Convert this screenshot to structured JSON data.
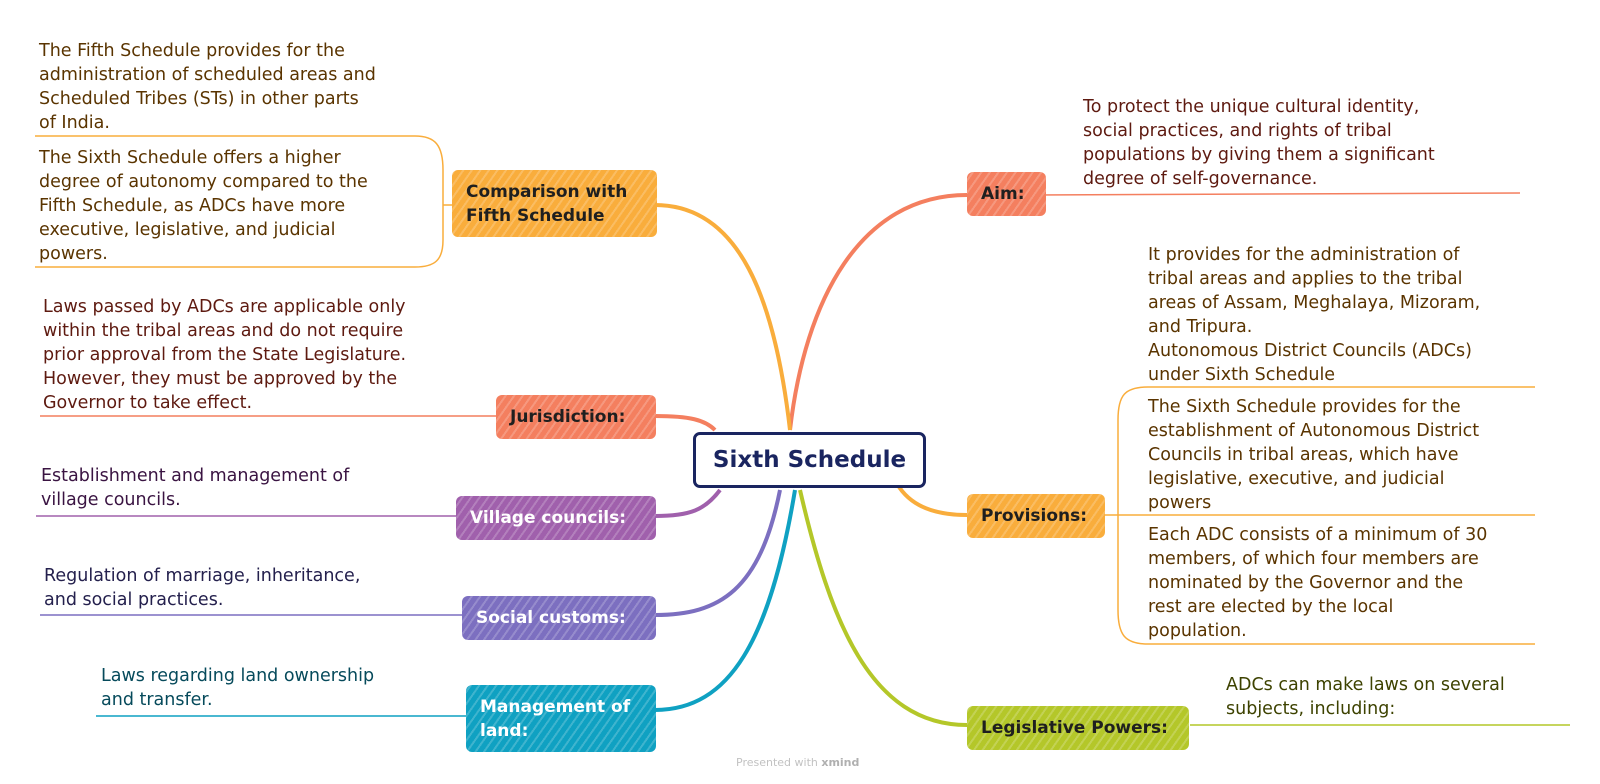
{
  "title": "Sixth Schedule",
  "colors": {
    "central_border": "#1a2560",
    "aim": "#f47f5f",
    "provisions": "#f9ad3c",
    "legislative": "#b4c729",
    "comparison": "#f9ad3c",
    "jurisdiction": "#f47f5f",
    "village": "#a060ac",
    "social": "#7c6fc0",
    "land": "#0fa1c2"
  },
  "right_branches": {
    "aim": {
      "label": "Aim:",
      "text": "To protect the unique cultural identity,\nsocial practices, and rights of tribal\npopulations by giving them a significant\ndegree of self-governance."
    },
    "provisions": {
      "label": "Provisions:",
      "notes": [
        "It provides for the administration of\ntribal areas and applies to the tribal\nareas of Assam, Meghalaya, Mizoram,\nand Tripura.\nAutonomous District Councils (ADCs)\nunder Sixth Schedule",
        "The Sixth Schedule provides for the\nestablishment of Autonomous District\nCouncils in tribal areas, which have\nlegislative, executive, and judicial\npowers",
        "Each ADC consists of a minimum of 30\nmembers, of which four members are\nnominated by the Governor and the\nrest are elected by the local\npopulation."
      ]
    },
    "legislative": {
      "label": "Legislative Powers:",
      "text": "ADCs can make laws on several\nsubjects, including:"
    }
  },
  "left_branches": {
    "comparison": {
      "label": "Comparison with\nFifth Schedule",
      "notes": [
        "The Fifth Schedule provides for the\nadministration of scheduled areas and\nScheduled Tribes (STs) in other parts\nof India.",
        "The Sixth Schedule offers a higher\ndegree of autonomy compared to the\nFifth Schedule, as ADCs have more\nexecutive, legislative, and judicial\npowers."
      ]
    },
    "jurisdiction": {
      "label": "Jurisdiction:",
      "text": "Laws passed by ADCs are applicable only\nwithin the tribal areas and do not require\nprior approval from the State Legislature.\nHowever, they must be approved by the\nGovernor to take effect."
    },
    "village": {
      "label": "Village councils:",
      "text": "Establishment and management of\nvillage councils."
    },
    "social": {
      "label": "Social customs:",
      "text": "Regulation of marriage, inheritance,\nand social practices."
    },
    "land": {
      "label": "Management of\nland:",
      "text": "Laws regarding land ownership\nand transfer."
    }
  },
  "footer": {
    "prefix": "Presented with",
    "brand": "xmind"
  }
}
